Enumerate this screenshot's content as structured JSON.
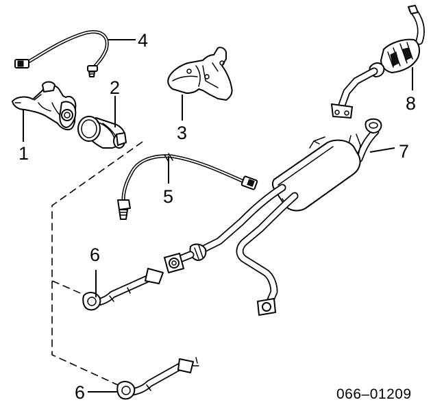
{
  "callouts": [
    {
      "id": "1",
      "text": "1"
    },
    {
      "id": "2",
      "text": "2"
    },
    {
      "id": "3",
      "text": "3"
    },
    {
      "id": "4",
      "text": "4"
    },
    {
      "id": "5",
      "text": "5"
    },
    {
      "id": "6a",
      "text": "6"
    },
    {
      "id": "6b",
      "text": "6"
    },
    {
      "id": "7",
      "text": "7"
    },
    {
      "id": "8",
      "text": "8"
    }
  ],
  "reference_number": "066–01209",
  "colors": {
    "line": "#000000",
    "background": "#ffffff"
  }
}
